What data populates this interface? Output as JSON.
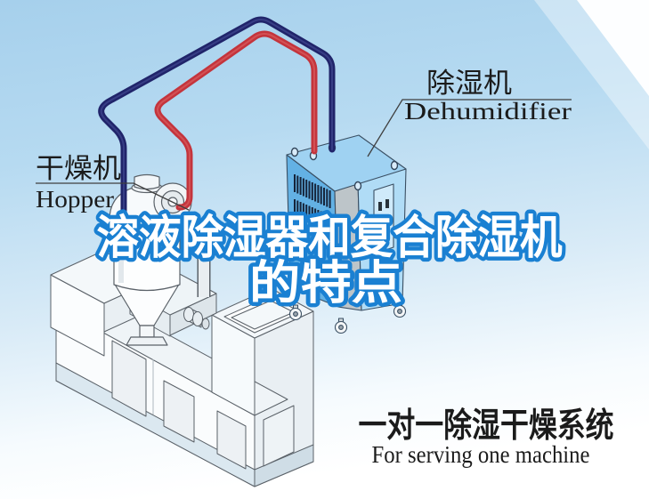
{
  "title": {
    "line1": "溶液除湿器和复合除湿机",
    "line2": "的特点",
    "text_color": "#ffffff",
    "outline_color": "#1a80d2"
  },
  "callout_dehumidifier": {
    "zh": "除湿机",
    "en": "Dehumidifier"
  },
  "callout_hopper": {
    "zh": "干燥机",
    "en": "Hopper"
  },
  "caption": {
    "zh": "一对一除湿干燥系统",
    "en": "For serving one machine"
  },
  "colors": {
    "sky_top": "#a6d0ec",
    "sky_bottom": "#ffffff",
    "pipe_dry_air_red": "#c4343c",
    "pipe_return_air_navy": "#20246a",
    "dehumidifier_front": "#63b1e4",
    "dehumidifier_top": "#9fd2f2",
    "dehumidifier_side": "#b0dcf6",
    "machine_body": "#fafcfd",
    "label_text": "#1b1b1b"
  }
}
